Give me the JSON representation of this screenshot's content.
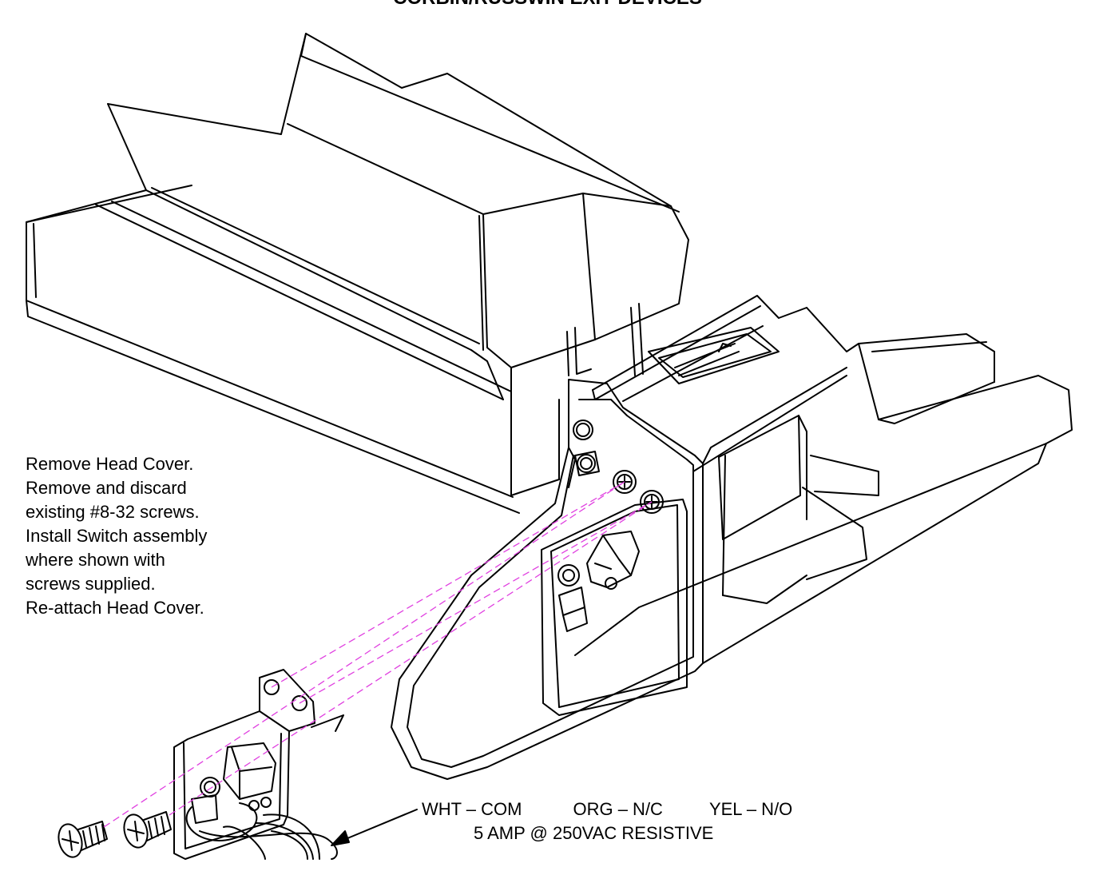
{
  "header": {
    "title": "CORBIN/RUSSWIN EXIT DEVICES"
  },
  "instructions": {
    "lines": [
      "Remove Head Cover.",
      "Remove and discard",
      "existing #8-32 screws.",
      "Install Switch assembly",
      "where shown with",
      "screws supplied.",
      "Re-attach Head Cover."
    ]
  },
  "wiring": {
    "wht": "WHT – COM",
    "org": "ORG – N/C",
    "yel": "YEL – N/O",
    "rating": "5 AMP @ 250VAC RESISTIVE"
  },
  "colors": {
    "line": "#000000",
    "guide": "#e040e0",
    "background": "#ffffff"
  }
}
